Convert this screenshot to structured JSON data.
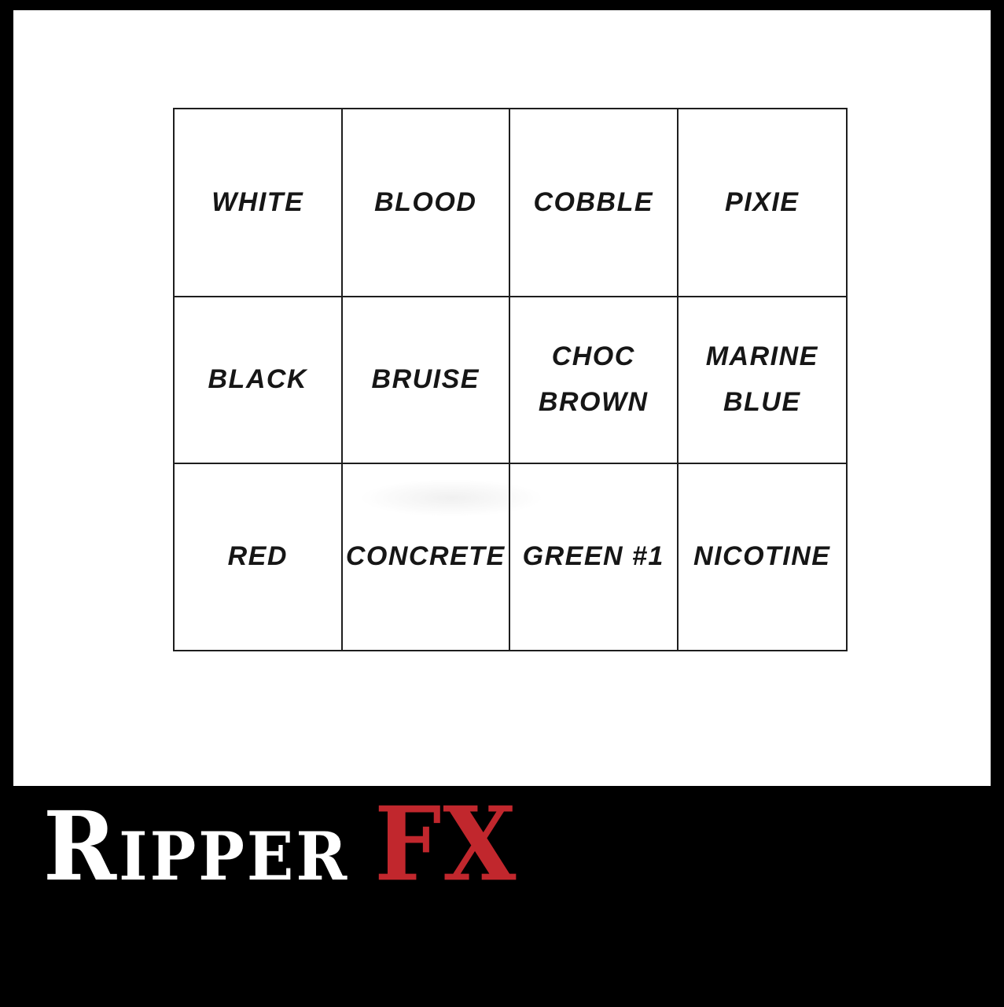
{
  "window": {
    "background_color": "#000000"
  },
  "sheet": {
    "background_color": "#ffffff",
    "grid_line_color": "#1e1e1e"
  },
  "palette_chart": {
    "columns": 4,
    "rows": 3,
    "cells": [
      {
        "label": "WHITE"
      },
      {
        "label": "BLOOD"
      },
      {
        "label": "COBBLE"
      },
      {
        "label": "PIXIE"
      },
      {
        "label": "BLACK"
      },
      {
        "label": "BRUISE"
      },
      {
        "label": "CHOC\nBROWN"
      },
      {
        "label": "MARINE\nBLUE"
      },
      {
        "label": "RED"
      },
      {
        "label": "CONCRETE"
      },
      {
        "label": "GREEN #1"
      },
      {
        "label": "NICOTINE"
      }
    ]
  },
  "logo": {
    "brand": "Ripper",
    "suffix": "FX",
    "brand_color": "#ffffff",
    "suffix_color": "#c1272d"
  }
}
